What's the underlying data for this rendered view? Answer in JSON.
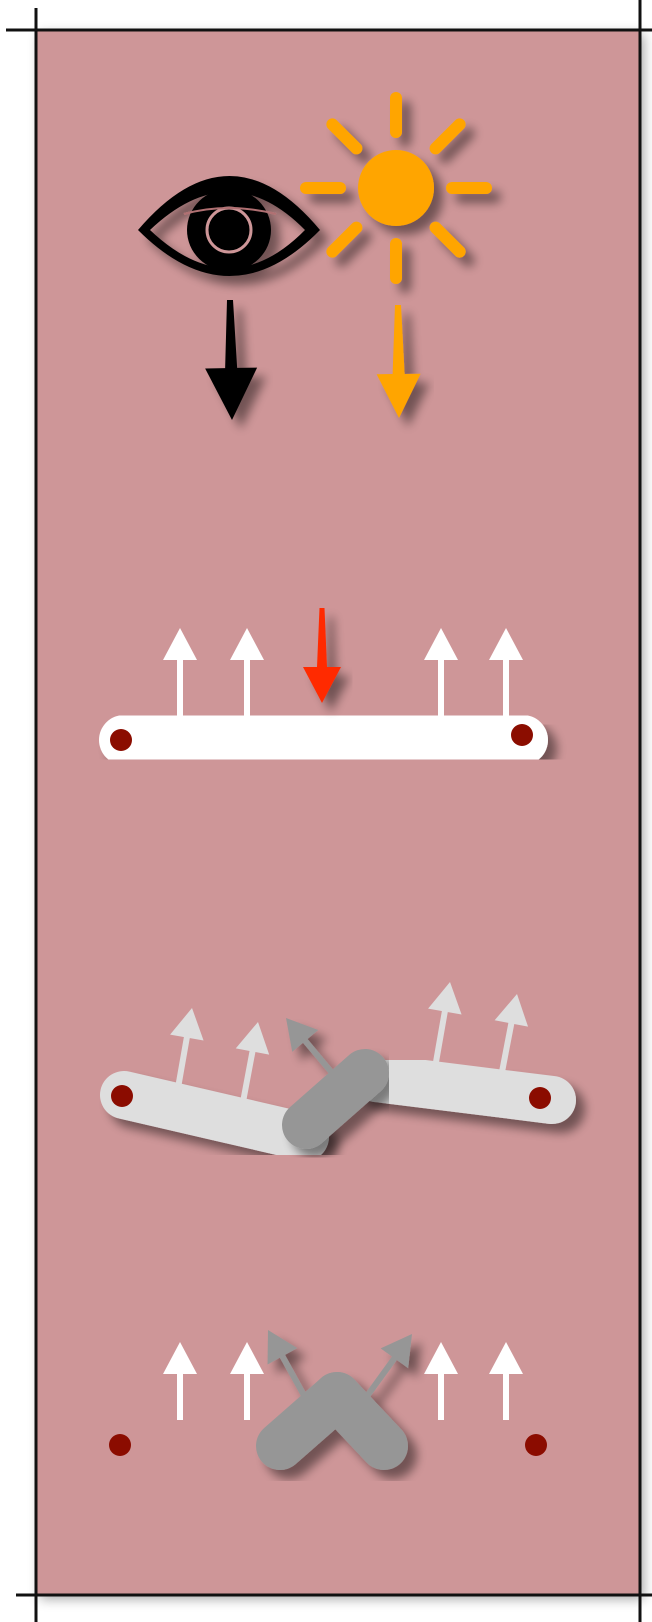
{
  "colors": {
    "background": "#ffffff",
    "panel": "#ce9698",
    "frame": "#111111",
    "eye": "#000000",
    "sun": "#ffa500",
    "sun_arrow": "#ffa500",
    "view_arrow": "#000000",
    "normal_arrow": "#ffffff",
    "incoming_arrow": "#ff2a00",
    "joint": "#8b0c00",
    "bar_flat": "#ffffff",
    "bar_faded": "#dedede",
    "bar_crease": "#969696",
    "arrow_faded": "#dedede",
    "arrow_crease": "#969696"
  },
  "icons": [
    "eye-icon",
    "sun-icon"
  ],
  "panels": [
    {
      "name": "viewer-and-light",
      "elements": [
        "eye-icon",
        "sun-icon",
        "view-direction-arrow",
        "light-direction-arrow"
      ]
    },
    {
      "name": "flat-bar",
      "normals_up": 4,
      "incoming_arrow": "down",
      "joints": 2
    },
    {
      "name": "bent-bar",
      "segments": 2,
      "normals_up": 4,
      "crease_normals": 1,
      "joints": 2
    },
    {
      "name": "flat-bar-with-crease",
      "normals_up": 4,
      "crease_normals": 2,
      "joints": 2
    }
  ]
}
